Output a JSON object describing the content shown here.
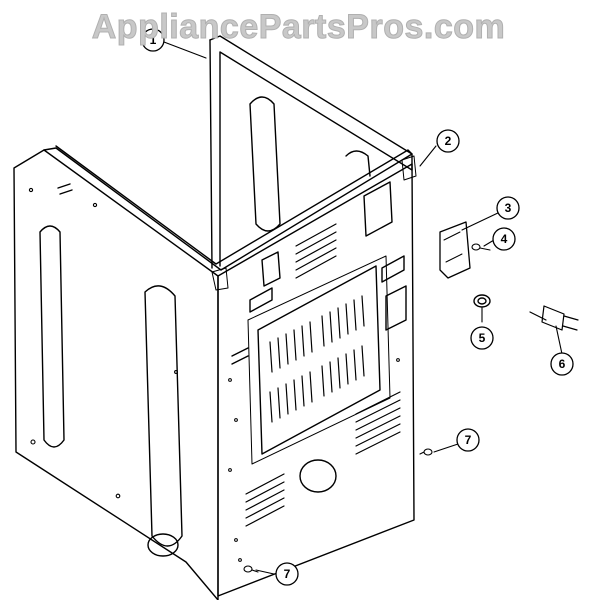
{
  "watermark": "AppliancePartsPros.com",
  "callouts": [
    {
      "id": "1",
      "label": "1"
    },
    {
      "id": "2",
      "label": "2"
    },
    {
      "id": "3",
      "label": "3"
    },
    {
      "id": "4",
      "label": "4"
    },
    {
      "id": "5",
      "label": "5"
    },
    {
      "id": "6",
      "label": "6"
    },
    {
      "id": "7a",
      "label": "7"
    },
    {
      "id": "7b",
      "label": "7"
    }
  ],
  "colors": {
    "line": "#000000",
    "watermark": "#c8c8c8"
  }
}
